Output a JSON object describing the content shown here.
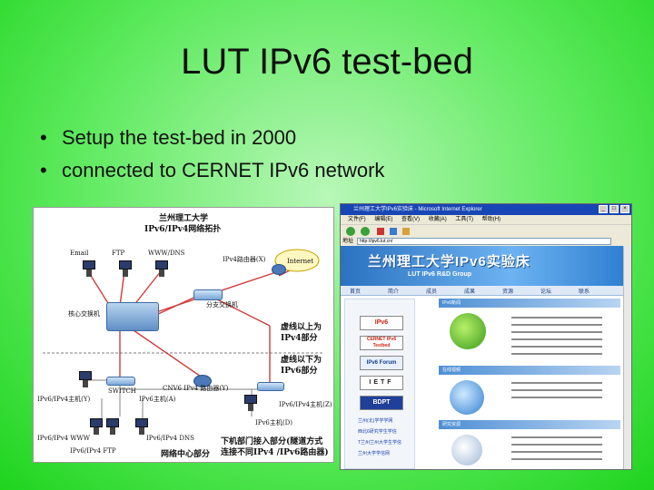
{
  "slide": {
    "title": "LUT IPv6 test-bed",
    "bullets": [
      "Setup the test-bed in 2000",
      "connected to CERNET IPv6 network"
    ]
  },
  "diagram": {
    "heading_line1": "兰州理工大学",
    "heading_line2": "IPv6/IPv4网络拓扑",
    "labels": {
      "email": "Email",
      "ftp": "FTP",
      "www_dns": "WWW/DNS",
      "ipv4_router": "IPv4路由器(X)",
      "internet": "Internet",
      "core_switch": "核心交换机",
      "dist_switch": "分支交换机",
      "above_ipv4_1": "虚线以上为",
      "above_ipv4_2": "IPv4部分",
      "below_ipv6_1": "虚线以下为",
      "below_ipv6_2": "IPv6部分",
      "ipv6_router": "CNV6 IPv4 路由器(Y)",
      "switch": "SWITCH",
      "dual_host_left": "IPv6/IPv4主机(Y)",
      "ipv6_host_a": "IPv6主机(A)",
      "dual_host_right": "IPv6/IPv4主机(Z)",
      "ipv6_host_d": "IPv6主机(D)",
      "ipv6_www": "IPv6/IPv4 WWW",
      "ipv6_ftp": "IPv6/IPv4 FTP",
      "ipv6_dns": "IPv6/IPv4 DNS",
      "netcenter": "网络中心部分",
      "dept_1": "下机部门接入部分(隧道方式",
      "dept_2": "连接不同IPv4 /IPv6路由器)"
    }
  },
  "browser": {
    "window_title": "兰州理工大学IPv6实验床 - Microsoft Internet Explorer",
    "menu": [
      "文件(F)",
      "编辑(E)",
      "查看(V)",
      "收藏(A)",
      "工具(T)",
      "帮助(H)"
    ],
    "address_label": "地址",
    "address_value": "http://ipv6.lut.cn/",
    "banner_cn": "兰州理工大学IPv6实验床",
    "banner_en": "LUT IPv6 R&D Group",
    "nav": [
      "首页",
      "简介",
      "成员",
      "成果",
      "资源",
      "论坛",
      "联系"
    ],
    "badges": [
      "IPv6",
      "CERNET IPv6 Testbed",
      "IPv6 Forum",
      "IETF",
      "BDPT"
    ],
    "left_links": [
      "兰州(北)学学学网",
      "西北6研究学生学信",
      "T兰州兰州大学生学信",
      "兰州大学学信网"
    ],
    "sections": [
      "IPv6新闻",
      "在线视频",
      "研究资源"
    ]
  },
  "colors": {
    "background": "#5eea5e",
    "title_text": "#111111",
    "ipv4_line": "#d23b3b",
    "ipv6_line": "#9a9a9a",
    "banner": "#2a72c0"
  }
}
